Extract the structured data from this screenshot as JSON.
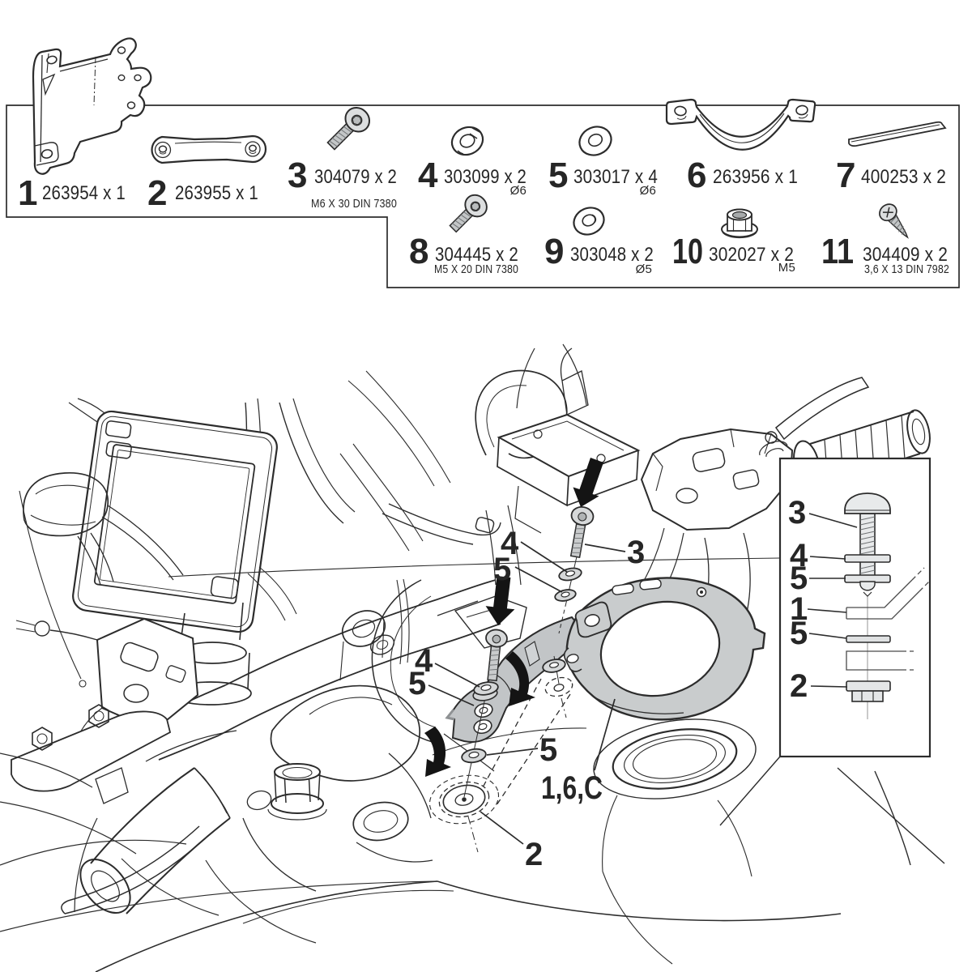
{
  "colors": {
    "line": "#2c2c2c",
    "text": "#262626",
    "metal_light": "#e6e8e9",
    "metal_mid": "#c9cccd",
    "metal_dark": "#9fa2a4",
    "arrow_black": "#141414",
    "white": "#ffffff"
  },
  "parts_panel": {
    "items": [
      {
        "num": "1",
        "label": "263954 x 1",
        "spec": ""
      },
      {
        "num": "2",
        "label": "263955 x 1",
        "spec": ""
      },
      {
        "num": "3",
        "label": "304079 x 2",
        "spec": "M6 X 30 DIN 7380"
      },
      {
        "num": "4",
        "label": "303099 x 2",
        "spec": "Ø6"
      },
      {
        "num": "5",
        "label": "303017 x 4",
        "spec": "Ø6"
      },
      {
        "num": "6",
        "label": "263956 x 1",
        "spec": ""
      },
      {
        "num": "7",
        "label": "400253 x 2",
        "spec": ""
      },
      {
        "num": "8",
        "label": "304445 x 2",
        "spec": "M5 X 20 DIN 7380"
      },
      {
        "num": "9",
        "label": "303048 x 2",
        "spec": "Ø5"
      },
      {
        "num": "10",
        "label": "302027 x 2",
        "spec": "M5"
      },
      {
        "num": "11",
        "label": "304409 x 2",
        "spec": "3,6 X 13 DIN 7982"
      }
    ]
  },
  "assembly": {
    "callouts": [
      {
        "id": "bolt-top",
        "label": "3"
      },
      {
        "id": "spring-washer-top",
        "label": "4"
      },
      {
        "id": "flat-washer-top",
        "label": "5"
      },
      {
        "id": "spring-washer-left",
        "label": "4"
      },
      {
        "id": "flat-washer-left",
        "label": "5"
      },
      {
        "id": "washer-under-bracket",
        "label": "5"
      },
      {
        "id": "ring-assembly",
        "label": "1,6,C"
      },
      {
        "id": "link-plate",
        "label": "2"
      }
    ]
  },
  "inset": {
    "labels": [
      "3",
      "4",
      "5",
      "1",
      "5",
      "2"
    ]
  }
}
